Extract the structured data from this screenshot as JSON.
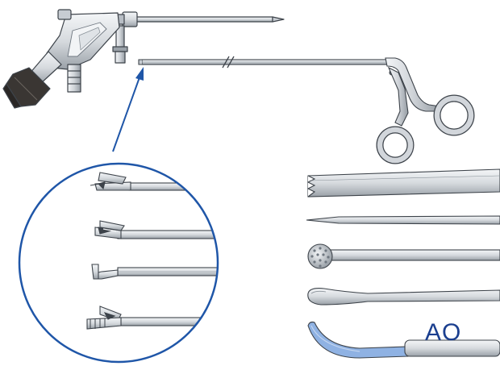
{
  "figure": {
    "logo": "AO",
    "colors": {
      "steel_light": "#e9ecef",
      "steel_mid": "#c7ccd2",
      "steel_dark": "#6f7780",
      "outline": "#3d434a",
      "circle_blue": "#1f56a8",
      "probe_blue": "#8fb2e3",
      "eyepiece": "#3a3633"
    },
    "callout": {
      "shape": "circle",
      "arrow": "up-right"
    },
    "instruments": {
      "arthroscope": "arthroscope",
      "forceps": "grasping-forceps",
      "detail_tips": [
        "scissors-tip",
        "basket-punch-tip",
        "hook-tip",
        "grasper-tip"
      ],
      "shafts": [
        "rasp",
        "awl",
        "burr",
        "curette",
        "probe"
      ]
    }
  }
}
